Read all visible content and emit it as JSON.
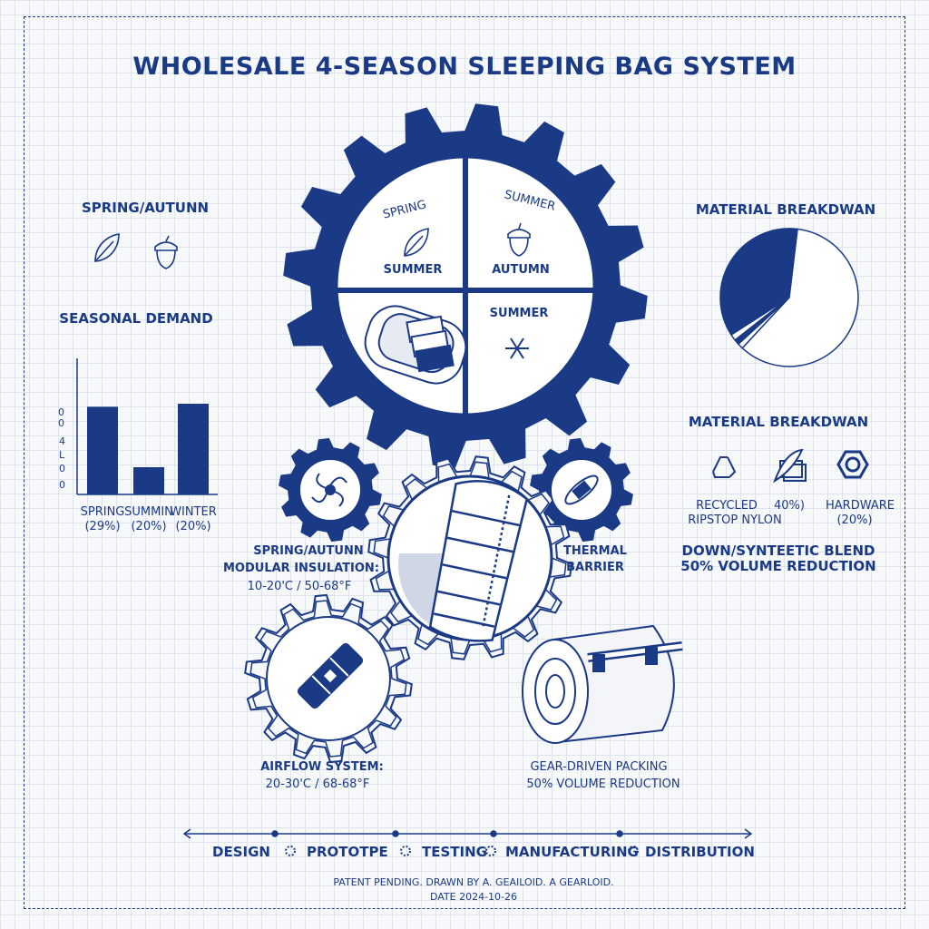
{
  "title": "WHOLESALE 4-SEASON SLEEPING BAG SYSTEM",
  "left": {
    "spring_autumn_label": "SPRING/AUTUNN",
    "seasonal_demand_label": "SEASONAL DEMAND",
    "y_ticks": [
      "0",
      "0",
      "4",
      "L",
      "0",
      "0"
    ]
  },
  "chart_data": {
    "type": "bar",
    "title": "SEASONAL DEMAND",
    "categories": [
      "SPRING (29%)",
      "SUMMIN (20%)",
      "WINTER (20%)"
    ],
    "category_lines": [
      [
        "SPRING",
        "(29%)"
      ],
      [
        "SUMMIN",
        "(20%)"
      ],
      [
        "WINTER",
        "(20%)"
      ]
    ],
    "values": [
      29,
      9,
      30
    ],
    "ylim": [
      0,
      45
    ],
    "color": "#1b3a86"
  },
  "big_gear": {
    "q1_top": "SPRING",
    "q1_bottom": "SUMMER",
    "q2_top": "SUMMER",
    "q2_bottom": "AUTUMN",
    "q4_top": "SUMMER"
  },
  "right": {
    "material_title_top": "MATERIAL BREAKDWAN",
    "material_title_mid": "MATERIAL BREAKDWAN",
    "pie": {
      "type": "pie",
      "slices": [
        {
          "label": "recycled",
          "value": 36,
          "fill": "#1b3a86"
        },
        {
          "label": "sliver-1",
          "value": 1.5,
          "fill": "#ffffff"
        },
        {
          "label": "sliver-2",
          "value": 1.2,
          "fill": "#1b3a86"
        },
        {
          "label": "sliver-3",
          "value": 1.3,
          "fill": "#ffffff"
        },
        {
          "label": "rest",
          "value": 60,
          "fill": "#ffffff"
        }
      ]
    },
    "recycled_line1": "RECYCLED",
    "recycled_line2": "RIPSTOP NYLON",
    "pct_middle": "40%)",
    "hardware_line1": "HARDWARE",
    "hardware_line2": "(20%)",
    "blend_line1": "DOWN/SYNTEETIC BLEND",
    "blend_line2": "50% VOLUME REDUCTION"
  },
  "labels": {
    "modular_1": "SPRING/AUTUNN",
    "modular_2": "MODULAR INSULATION:",
    "modular_3": "10-20'C / 50-68°F",
    "thermal_1": "THERMAL",
    "thermal_2": "BARRIER",
    "airflow_1": "AIRFLOW SYSTEM:",
    "airflow_2": "20-30'C / 68-68°F",
    "packing_1": "GEAR-DRIVEN PACKING",
    "packing_2": "50% VOLUME REDUCTION"
  },
  "timeline": [
    "DESIGN",
    "PROTOTPE",
    "TESTING",
    "MANUFACTURING",
    "DISTRIBUTION"
  ],
  "footer": {
    "line1": "PATENT PENDING. DRAWN BY A. GEAILOID. A GEARLOID.",
    "line2": "DATE 2024-10-26"
  }
}
